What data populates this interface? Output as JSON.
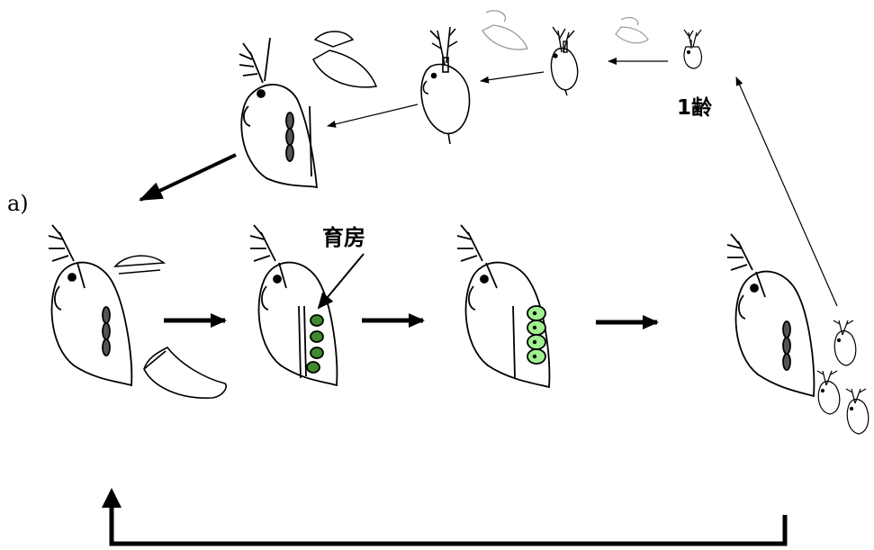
{
  "labels": {
    "panel": "a)",
    "brood_pouch": "育房",
    "first_instar": "1齢"
  },
  "colors": {
    "line": "#000000",
    "faded_line": "#9a9a9a",
    "egg_dark": "#3f8a2c",
    "egg_light": "#9ff08e",
    "background": "#ffffff"
  }
}
